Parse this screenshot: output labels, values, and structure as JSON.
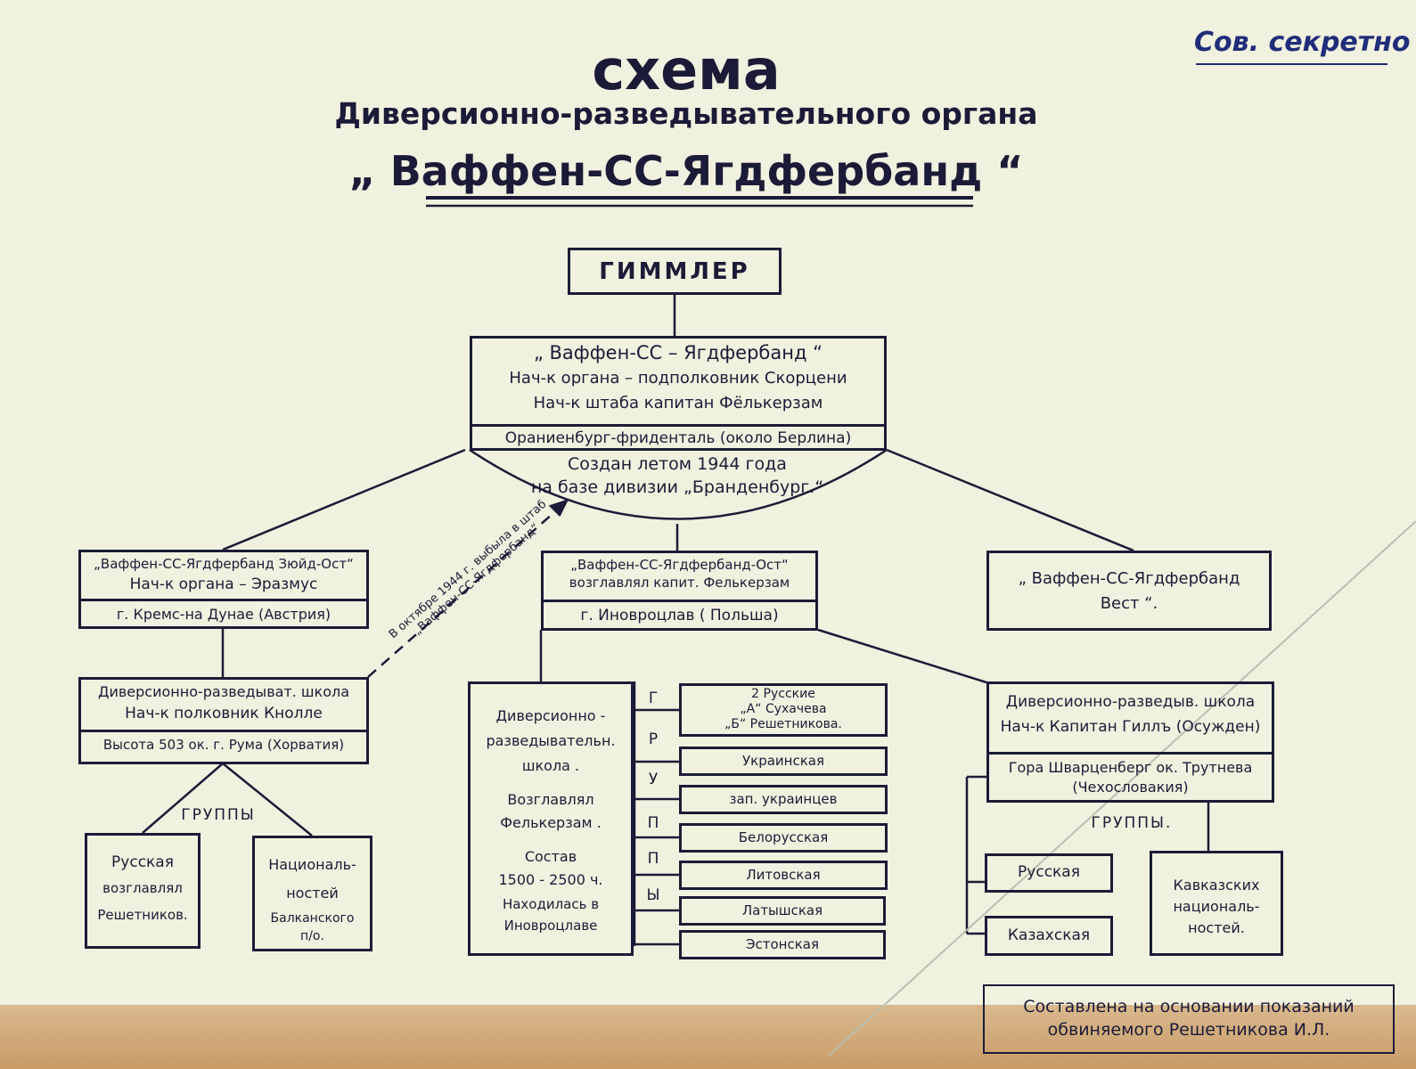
{
  "stamp": "Сов. секретно",
  "title": "схема",
  "subtitle": "Диверсионно-разведывательного органа",
  "organization": "„ Ваффен-СС-Ягдфербанд “",
  "top": {
    "label": "ГИММЛЕР"
  },
  "main": {
    "name": "„ Ваффен-СС – Ягдфербанд “",
    "chief": "Нач-к органа – подполковник Скорцени",
    "staff": "Нач-к штаба капитан Фёлькерзам",
    "location": "Ораниенбург-фриденталь (около Берлина)",
    "note_line1": "Создан летом 1944 года",
    "note_line2": "на базе дивизии „Бранденбург.“"
  },
  "southeast": {
    "name": "„Ваффен-СС-Ягдфербанд Зюйд-Ост“",
    "chief": "Нач-к органа – Эразмус",
    "location": "г. Кремс-на Дунае (Австрия)"
  },
  "transfer_note": {
    "line1": "В октябре 1944 г. выбыла в штаб",
    "line2": "„Ваффен-СС-Ягдфербанд“"
  },
  "southeast_school": {
    "name": "Диверсионно-разведыват. школа",
    "chief": "Нач-к полковник Кнолле",
    "location": "Высота 503 ок. г. Рума (Хорватия)",
    "groups_label": "ГРУППЫ",
    "groups": [
      {
        "lines": [
          "Русская",
          "возглавлял",
          "Решетников."
        ]
      },
      {
        "lines": [
          "Националь-",
          "ностей",
          "Балканского",
          "п/о."
        ]
      }
    ]
  },
  "east": {
    "name": "„Ваффен-СС-Ягдфербанд-Ост“",
    "chief": "возглавлял капит. Фелькерзам",
    "location": "г. Иновроцлав ( Польша)"
  },
  "east_school": {
    "lines": [
      "Диверсионно -",
      "разведывательн.",
      "школа .",
      "",
      "Возглавлял",
      "Фелькерзам .",
      "",
      "Состав",
      "1500 - 2500 ч.",
      "Находилась в",
      "Иновроцлаве"
    ],
    "groups_letters": [
      "Г",
      "Р",
      "У",
      "П",
      "П",
      "Ы"
    ],
    "groups": [
      {
        "lines": [
          "2 Русские",
          "„А“ Сухачева",
          "„Б“ Решетникова."
        ]
      },
      {
        "lines": [
          "Украинская"
        ]
      },
      {
        "lines": [
          "зап. украинцев"
        ]
      },
      {
        "lines": [
          "Белорусская"
        ]
      },
      {
        "lines": [
          "Литовская"
        ]
      },
      {
        "lines": [
          "Латышская"
        ]
      },
      {
        "lines": [
          "Эстонская"
        ]
      }
    ]
  },
  "west": {
    "line1": "„ Ваффен-СС-Ягдфербанд",
    "line2": "Вест “."
  },
  "west_school": {
    "name": "Диверсионно-разведыв. школа",
    "chief": "Нач-к Капитан Гиллъ (Осужден)",
    "location1": "Гора Шварценберг ок. Трутнева",
    "location2": "(Чехословакия)",
    "groups_label": "ГРУППЫ.",
    "groups": [
      {
        "lines": [
          "Русская"
        ]
      },
      {
        "lines": [
          "Казахская"
        ]
      },
      {
        "lines": [
          "Кавказских",
          "националь-",
          "ностей."
        ]
      }
    ]
  },
  "footer": {
    "line1": "Составлена на основании показаний",
    "line2": "обвиняемого Решетникова И.Л."
  },
  "colors": {
    "ink": "#1b1b38",
    "paper": "#f1f1df",
    "stamp": "#1f2d7a",
    "wood": "#c99b67"
  }
}
